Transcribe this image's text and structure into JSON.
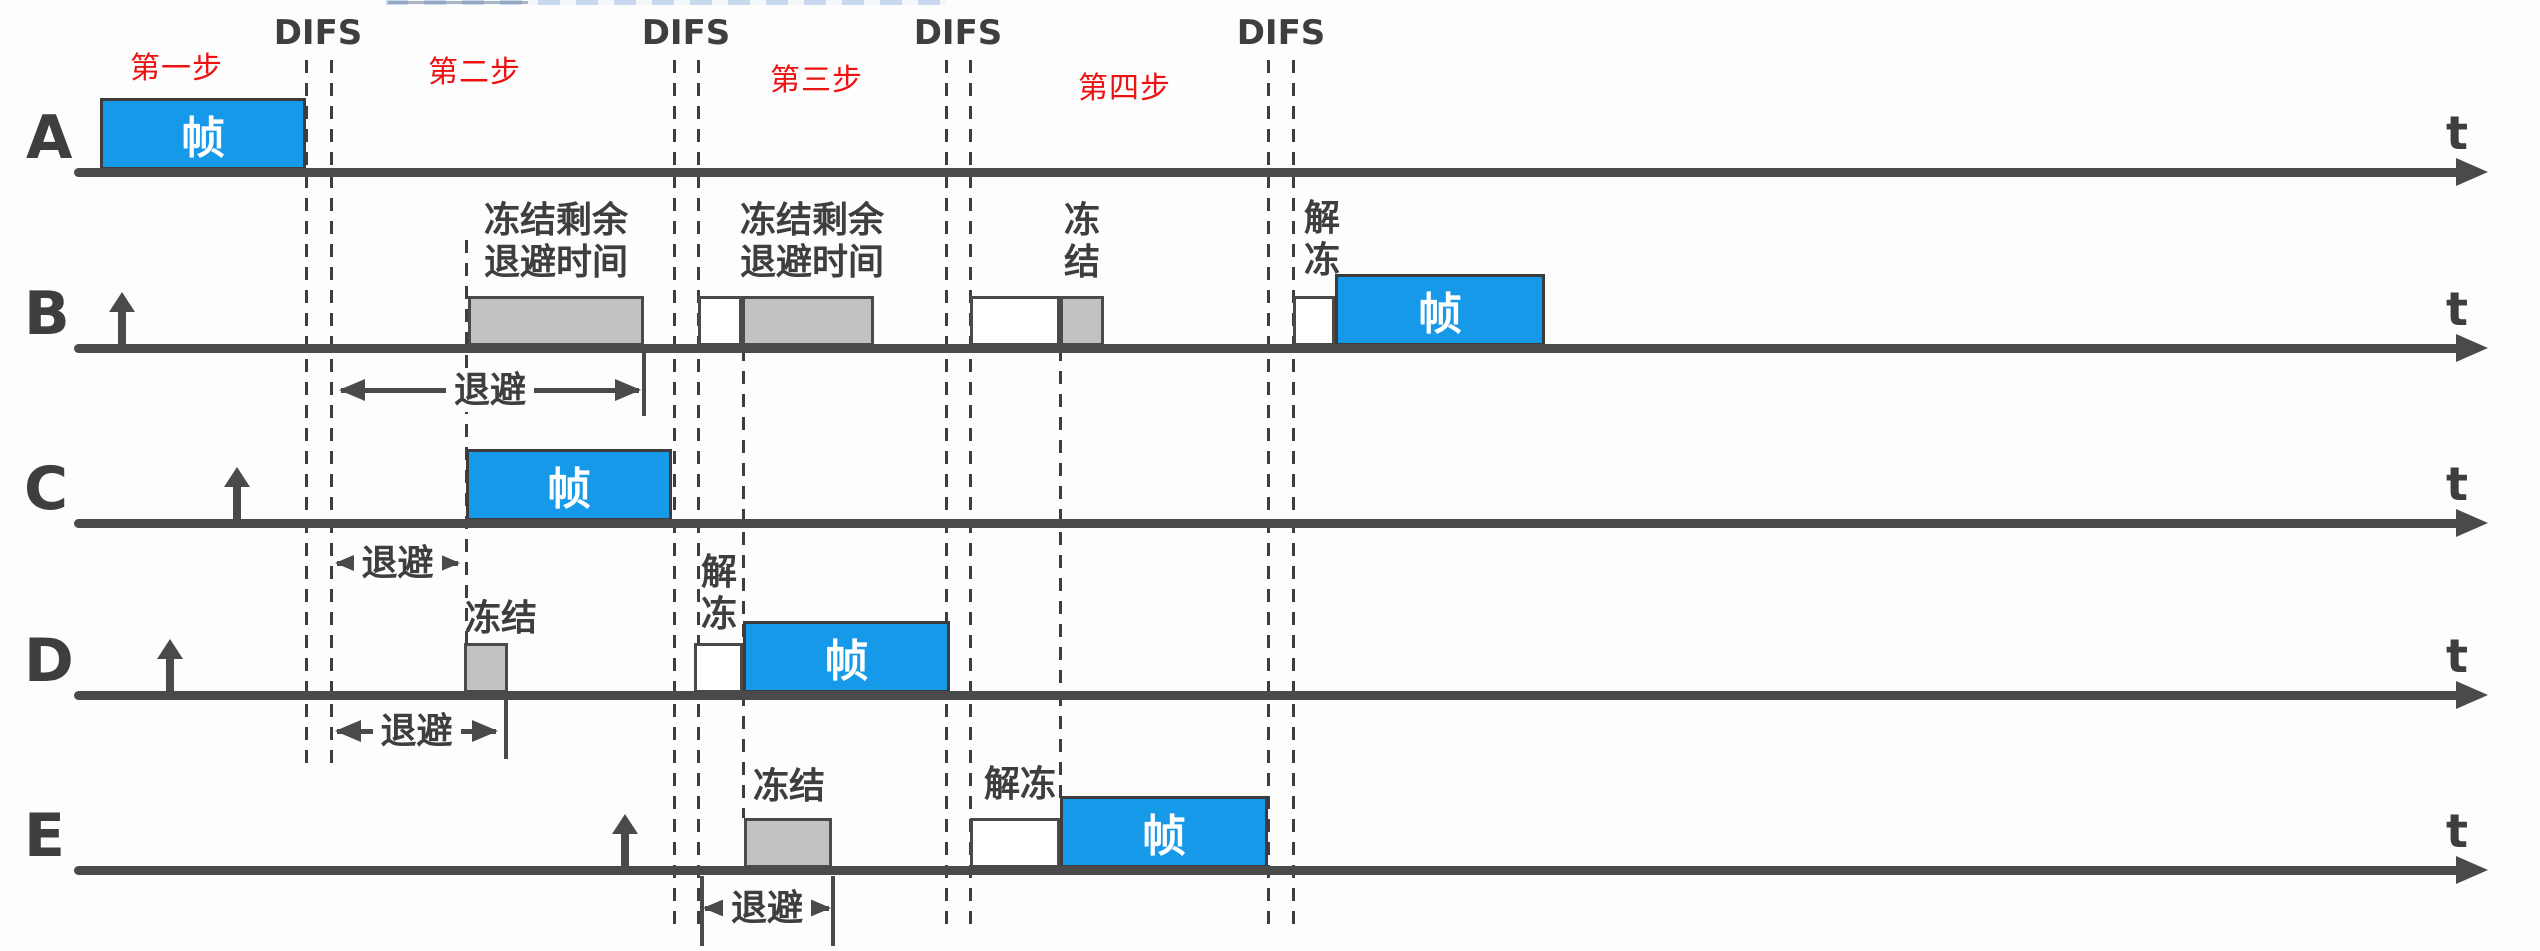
{
  "colors": {
    "frame_blue": "#1699E8",
    "box_gray": "#C2C2C2",
    "line_dark": "#4A4A4A",
    "dash_dark": "#3E3E3E",
    "text_dark": "#3E3E3E",
    "step_red": "#EE1111"
  },
  "axis": {
    "time_label": "t"
  },
  "stations": [
    {
      "label": "A"
    },
    {
      "label": "B"
    },
    {
      "label": "C"
    },
    {
      "label": "D"
    },
    {
      "label": "E"
    }
  ],
  "difs": [
    {
      "label": "DIFS"
    },
    {
      "label": "DIFS"
    },
    {
      "label": "DIFS"
    },
    {
      "label": "DIFS"
    }
  ],
  "steps": [
    {
      "label": "第一步"
    },
    {
      "label": "第二步"
    },
    {
      "label": "第三步"
    },
    {
      "label": "第四步"
    }
  ],
  "labels": {
    "frame": "帧",
    "backoff": "退避",
    "freeze": "冻结",
    "unfreeze": "解冻",
    "freeze_remaining_line1": "冻结剩余",
    "freeze_remaining_line2": "退避时间",
    "freeze_char1": "冻",
    "freeze_char2": "结",
    "unfreeze_char1": "解",
    "unfreeze_char2": "冻"
  }
}
